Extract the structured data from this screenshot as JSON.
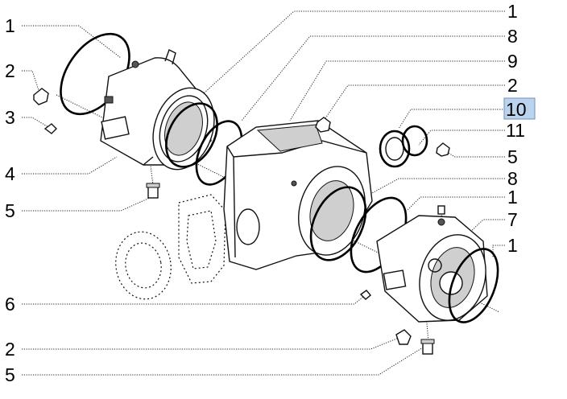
{
  "callouts": {
    "left": [
      "1",
      "2",
      "3",
      "4",
      "5",
      "6",
      "2",
      "5"
    ],
    "right": [
      "1",
      "8",
      "9",
      "2",
      "10",
      "11",
      "5",
      "8",
      "1",
      "7",
      "1"
    ]
  },
  "colors": {
    "highlight_fill": "#bcd3ee",
    "highlight_stroke": "#6f8fb8",
    "line": "#000000",
    "background": "#ffffff"
  }
}
